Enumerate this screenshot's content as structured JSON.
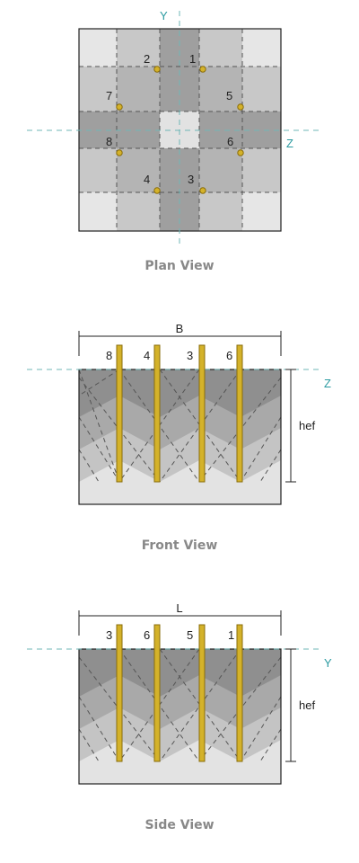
{
  "colors": {
    "axis": "#6fb7b7",
    "axis_label": "#2a9aa0",
    "anchor": "#d4b22a",
    "anchor_edge": "#8a6d0a",
    "concrete_light": "#e8e8e8",
    "concrete_mid": "#bdbdbd",
    "concrete_dark": "#8f8f8f",
    "outline": "#222222"
  },
  "plan": {
    "axis_y_label": "Y",
    "axis_z_label": "Z",
    "caption": "Plan View",
    "anchors": [
      {
        "id": "2",
        "label": "2"
      },
      {
        "id": "1",
        "label": "1"
      },
      {
        "id": "7",
        "label": "7"
      },
      {
        "id": "5",
        "label": "5"
      },
      {
        "id": "8",
        "label": "8"
      },
      {
        "id": "6",
        "label": "6"
      },
      {
        "id": "4",
        "label": "4"
      },
      {
        "id": "3",
        "label": "3"
      }
    ]
  },
  "front": {
    "dimension_top": "B",
    "axis_label": "Z",
    "dimension_side": "hef",
    "caption": "Front View",
    "anchor_labels": [
      "8",
      "4",
      "3",
      "6"
    ]
  },
  "side": {
    "dimension_top": "L",
    "axis_label": "Y",
    "dimension_side": "hef",
    "caption": "Side View",
    "anchor_labels": [
      "3",
      "6",
      "5",
      "1"
    ]
  }
}
